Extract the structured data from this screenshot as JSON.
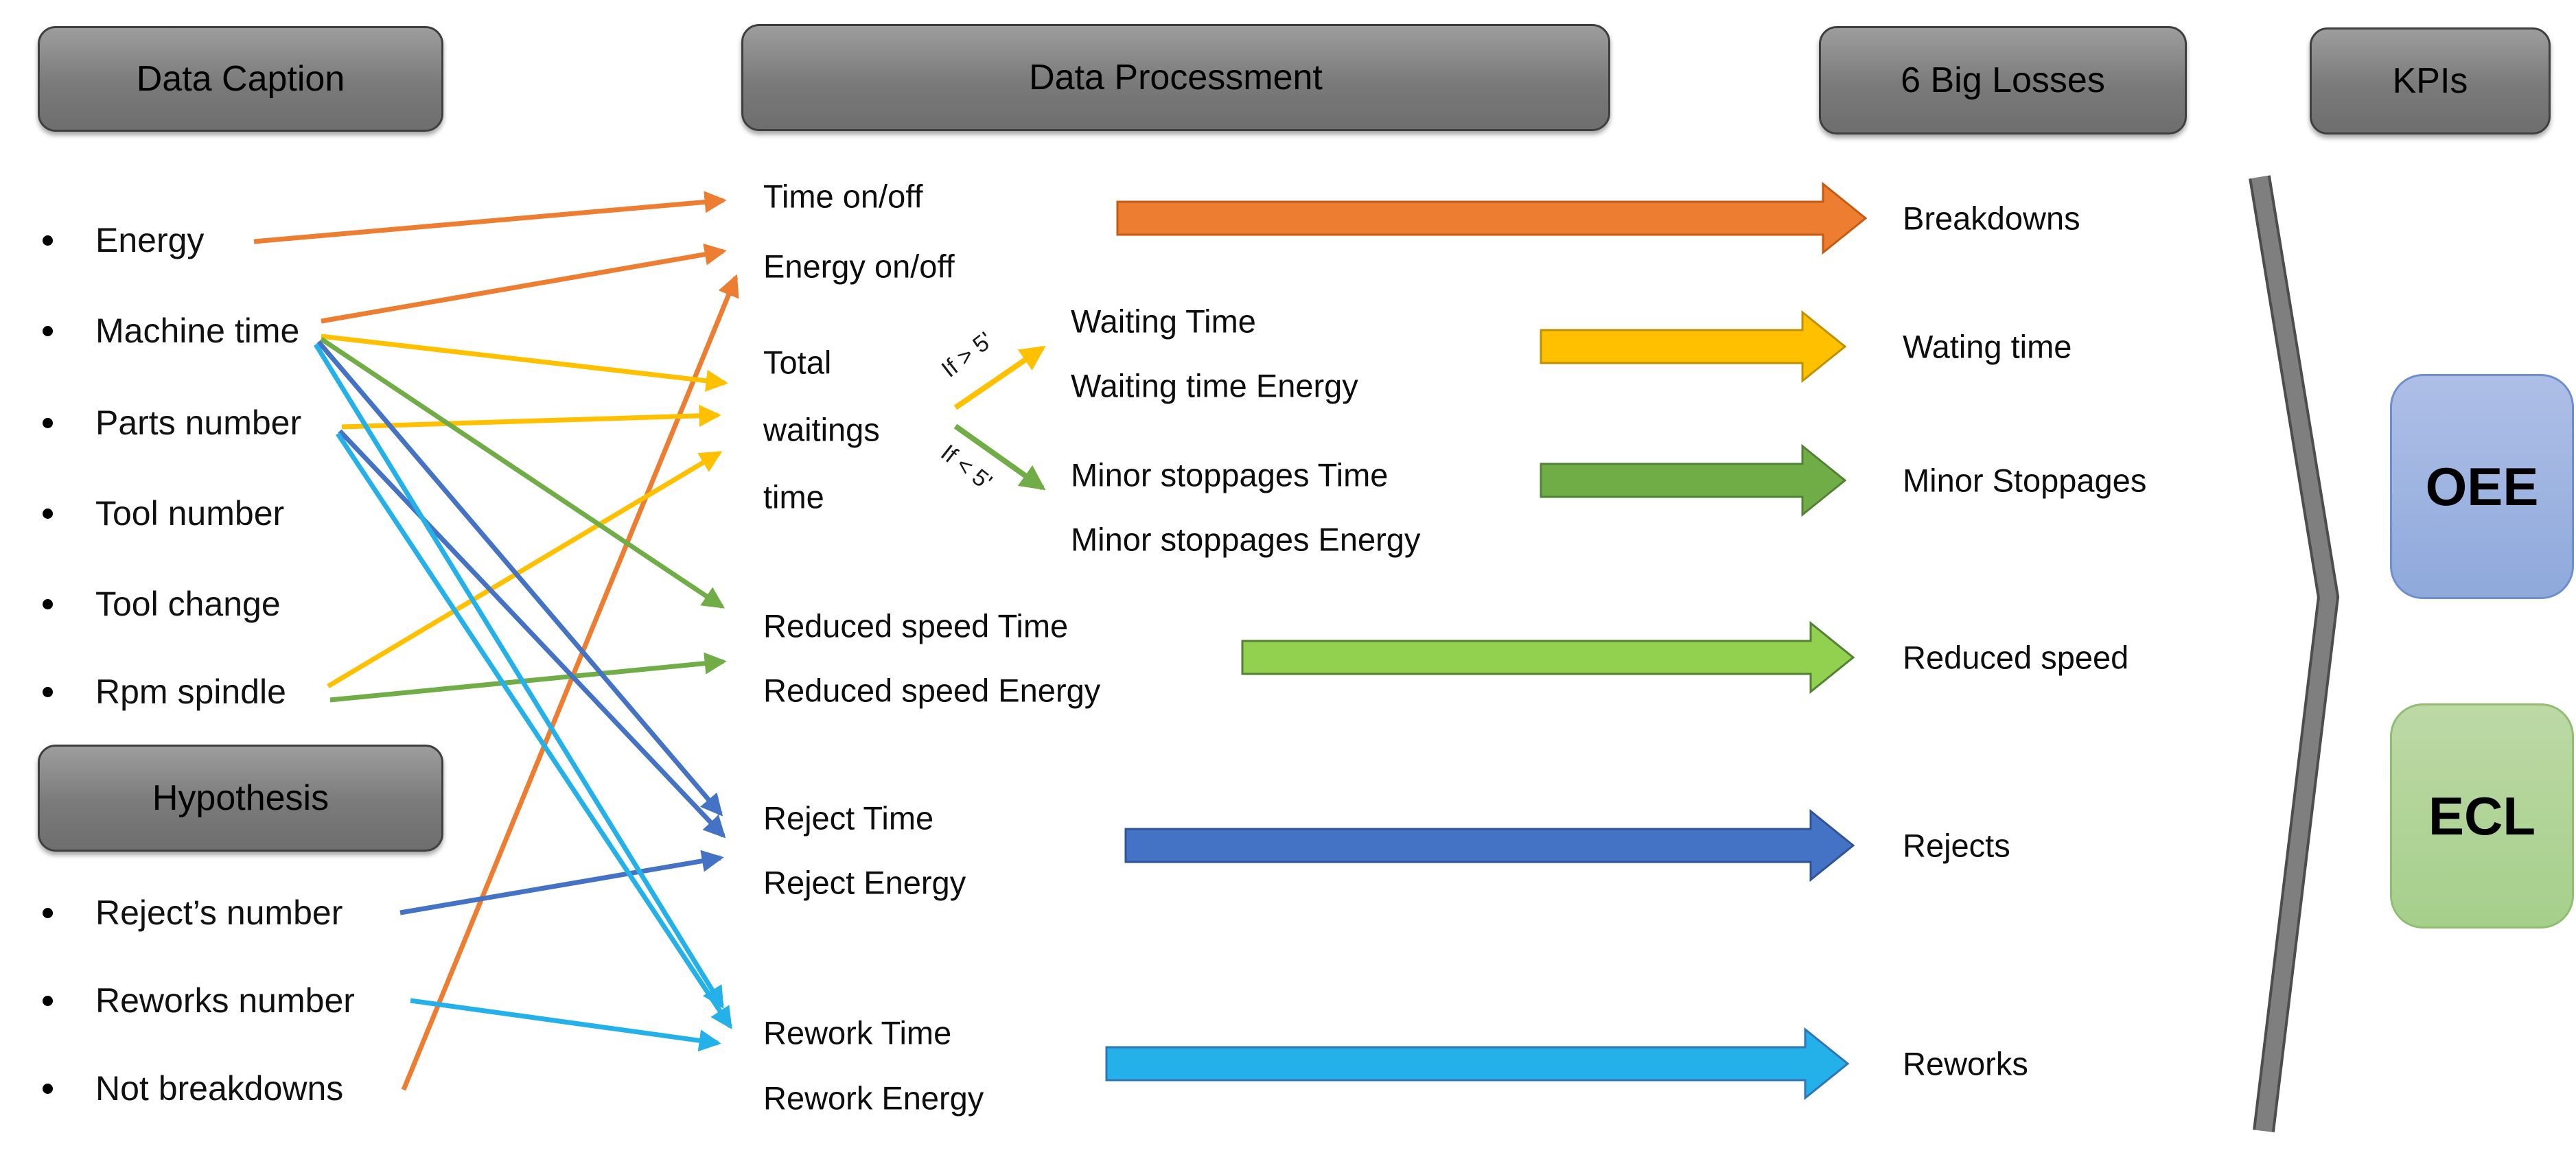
{
  "data_caption": {
    "title": "Data Caption",
    "items": [
      "Energy",
      "Machine time",
      "Parts number",
      "Tool number",
      "Tool change",
      "Rpm spindle"
    ]
  },
  "hypothesis": {
    "title": "Hypothesis",
    "items": [
      "Reject’s number",
      "Reworks number",
      "Not breakdowns"
    ]
  },
  "processment": {
    "title": "Data Processment",
    "time_on_off": "Time on/off",
    "energy_on_off": "Energy on/off",
    "total_line1": "Total",
    "total_line2": "waitings",
    "total_line3": "time",
    "cond_gt": "If > 5'",
    "cond_lt": "If < 5'",
    "waiting_time": "Waiting Time",
    "waiting_time_energy": "Waiting time Energy",
    "minor_stoppages_time": "Minor stoppages Time",
    "minor_stoppages_energy": "Minor stoppages Energy",
    "reduced_speed_time": "Reduced speed Time",
    "reduced_speed_energy": "Reduced speed Energy",
    "reject_time": "Reject Time",
    "reject_energy": "Reject Energy",
    "rework_time": "Rework Time",
    "rework_energy": "Rework Energy"
  },
  "six_big_losses": {
    "title": "6 Big Losses",
    "items": [
      "Breakdowns",
      "Wating time",
      "Minor Stoppages",
      "Reduced speed",
      "Rejects",
      "Reworks"
    ]
  },
  "kpis": {
    "title": "KPIs",
    "items": [
      "OEE",
      "ECL"
    ]
  },
  "colors": {
    "orange": "#ED7D31",
    "yellow": "#FFC000",
    "green": "#70AD47",
    "light_green": "#92D050",
    "blue": "#4472C4",
    "cyan": "#24B0E8",
    "chevron_gray": "#7F7F7F",
    "chevron_edge": "#4D4D4D"
  },
  "connections": [
    {
      "from": "energy",
      "to": "time_on_off",
      "color": "orange"
    },
    {
      "from": "machine_time",
      "to": "energy_on_off",
      "color": "orange"
    },
    {
      "from": "not_breakdowns",
      "to": "energy_on_off",
      "color": "orange"
    },
    {
      "from": "machine_time",
      "to": "total_waitings",
      "color": "yellow"
    },
    {
      "from": "parts_number",
      "to": "total_waitings",
      "color": "yellow"
    },
    {
      "from": "rpm_spindle",
      "to": "total_waitings",
      "color": "yellow"
    },
    {
      "from": "machine_time",
      "to": "reduced_speed",
      "color": "green"
    },
    {
      "from": "rpm_spindle",
      "to": "reduced_speed",
      "color": "green"
    },
    {
      "from": "machine_time",
      "to": "reject",
      "color": "blue"
    },
    {
      "from": "parts_number",
      "to": "reject",
      "color": "blue"
    },
    {
      "from": "rejects_number",
      "to": "reject",
      "color": "blue"
    },
    {
      "from": "machine_time",
      "to": "rework",
      "color": "cyan"
    },
    {
      "from": "parts_number",
      "to": "rework",
      "color": "cyan"
    },
    {
      "from": "reworks_number",
      "to": "rework",
      "color": "cyan"
    },
    {
      "from": "total_waitings",
      "to": "waiting_time",
      "color": "yellow"
    },
    {
      "from": "total_waitings",
      "to": "minor_stoppages",
      "color": "green"
    }
  ],
  "flow_arrows": [
    {
      "target": "Breakdowns",
      "fill": "#ED7D31",
      "border": "#C55A11"
    },
    {
      "target": "Wating time",
      "fill": "#FFC000",
      "border": "#BF9000"
    },
    {
      "target": "Minor Stoppages",
      "fill": "#70AD47",
      "border": "#548235"
    },
    {
      "target": "Reduced speed",
      "fill": "#92D050",
      "border": "#538135"
    },
    {
      "target": "Rejects",
      "fill": "#4472C4",
      "border": "#2F5597"
    },
    {
      "target": "Reworks",
      "fill": "#24B0E8",
      "border": "#2E75B6"
    }
  ]
}
